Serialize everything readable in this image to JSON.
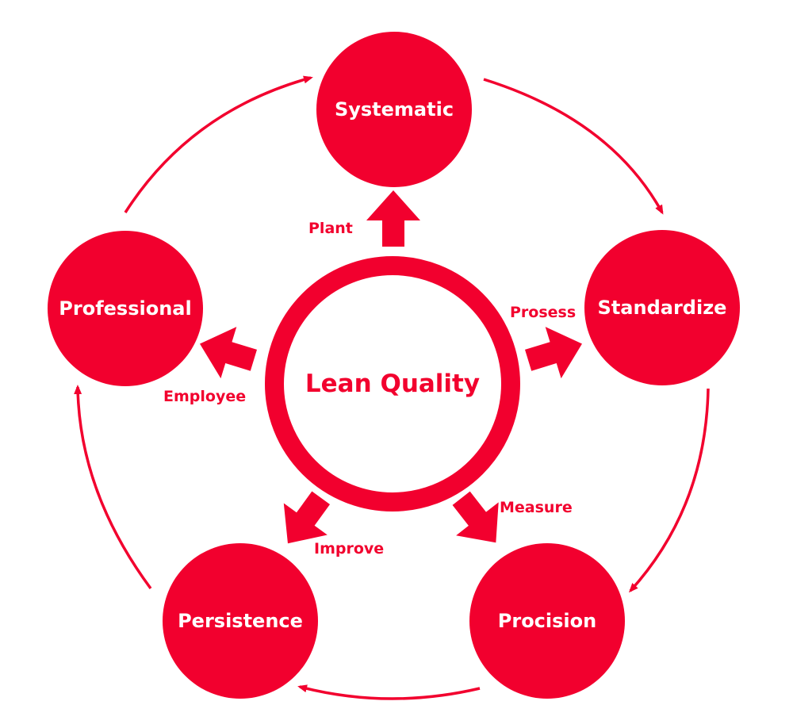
{
  "center": {
    "label": "Lean Quality"
  },
  "nodes": [
    {
      "id": "systematic",
      "label": "Systematic"
    },
    {
      "id": "standardize",
      "label": "Standardize"
    },
    {
      "id": "procision",
      "label": "Procision"
    },
    {
      "id": "persistence",
      "label": "Persistence"
    },
    {
      "id": "professional",
      "label": "Professional"
    }
  ],
  "spokes": [
    {
      "label": "Plant"
    },
    {
      "label": "Prosess"
    },
    {
      "label": "Measure"
    },
    {
      "label": "Improve"
    },
    {
      "label": "Employee"
    }
  ],
  "colors": {
    "accent": "#f2002e",
    "background": "#ffffff",
    "node_text": "#ffffff"
  }
}
